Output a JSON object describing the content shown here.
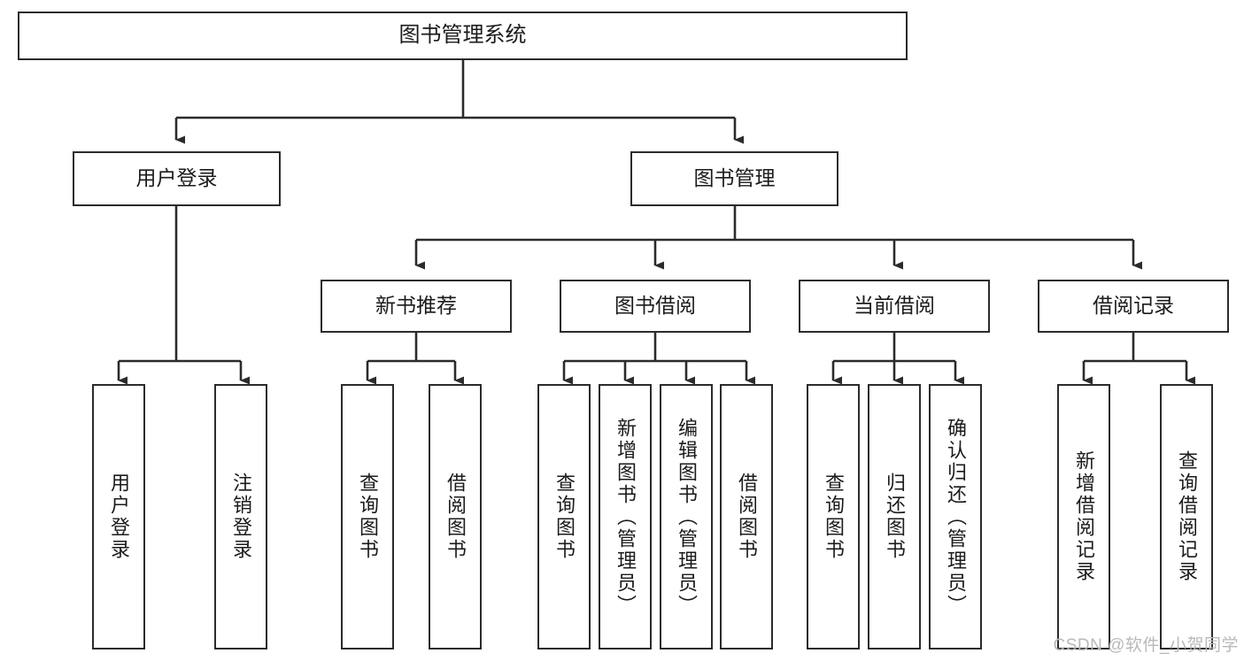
{
  "diagram": {
    "title": "图书管理系统",
    "type": "tree-hierarchy",
    "watermark": "CSDN @软件_小贺同学",
    "colors": {
      "box_border": "#2b2b2b",
      "box_fill": "#ffffff",
      "connector": "#2b2b2b",
      "text": "#1b1b1b",
      "watermark": "#b9b9b9"
    },
    "root": {
      "label": "图书管理系统"
    },
    "level2": [
      {
        "label": "用户登录"
      },
      {
        "label": "图书管理"
      }
    ],
    "level3": [
      {
        "label": "新书推荐"
      },
      {
        "label": "图书借阅"
      },
      {
        "label": "当前借阅"
      },
      {
        "label": "借阅记录"
      }
    ],
    "leaves": {
      "user_login": [
        {
          "label": "用户登录"
        },
        {
          "label": "注销登录"
        }
      ],
      "new_book_recommend": [
        {
          "label": "查询图书"
        },
        {
          "label": "借阅图书"
        }
      ],
      "book_borrow": [
        {
          "label": "查询图书"
        },
        {
          "label": "新增图书（管理员）"
        },
        {
          "label": "编辑图书（管理员）"
        },
        {
          "label": "借阅图书"
        }
      ],
      "current_borrow": [
        {
          "label": "查询图书"
        },
        {
          "label": "归还图书"
        },
        {
          "label": "确认归还（管理员）"
        }
      ],
      "borrow_record": [
        {
          "label": "新增借阅记录"
        },
        {
          "label": "查询借阅记录"
        }
      ]
    }
  }
}
